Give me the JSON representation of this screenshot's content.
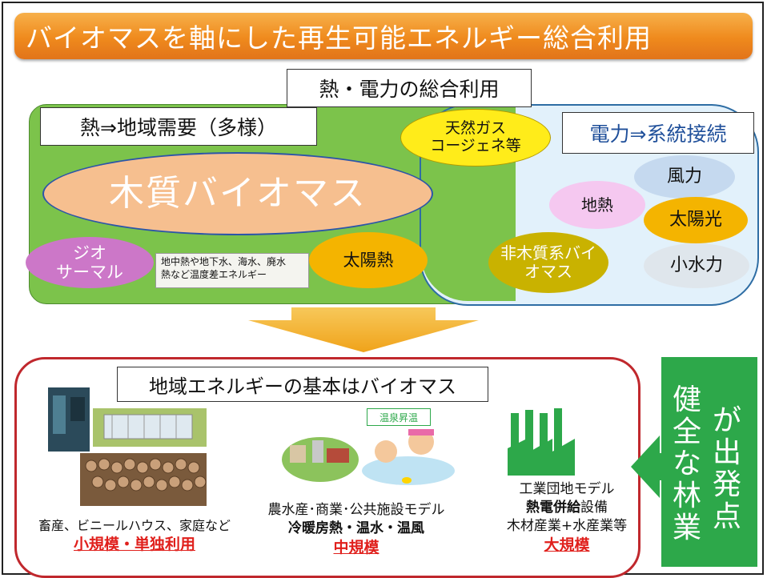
{
  "title": "バイオマスを軸にした再生可能エネルギー総合利用",
  "heat_power_label": "熱・電力の総合利用",
  "heat_label": "熱⇒地域需要（多様）",
  "power_label": "電力⇒系統接続",
  "wood_biomass": "木質バイオマス",
  "natural_gas": [
    "天然ガス",
    "コージェネ等"
  ],
  "geothermal_heat": [
    "ジオ",
    "サーマル"
  ],
  "ground_heat_note": [
    "地中熱や地下水、海水、廃水",
    "熱など温度差エネルギー"
  ],
  "solar_heat": "太陽熱",
  "non_wood_biomass": [
    "非木質系バイ",
    "オマス"
  ],
  "wind": "風力",
  "geothermal_power": "地熱",
  "solar_power": "太陽光",
  "small_hydro": "小水力",
  "bottom_title": "地域エネルギーの基本はバイオマス",
  "hot_spring_tag": "温泉昇温",
  "small_scale": {
    "desc": "畜産、ビニールハウス、家庭など",
    "label": "小規模・単独利用"
  },
  "medium_scale": {
    "line1": "農水産･商業･公共施設モデル",
    "line2": "冷暖房熱・温水・温風",
    "label": "中規模"
  },
  "large_scale": {
    "line1": "工業団地モデル",
    "line2_bold": "熱電併給",
    "line2_rest": "設備",
    "line3": "木材産業+水産業等",
    "label": "大規模"
  },
  "forestry": {
    "col1": [
      "健",
      "全",
      "な",
      "林",
      "業"
    ],
    "col2": [
      "が",
      "出",
      "発",
      "点"
    ]
  },
  "colors": {
    "orange": "#ef8a1d",
    "green": "#7cc34b",
    "light_blue": "#e2f1fb",
    "red": "#e0201c",
    "forest_green": "#2da84a"
  }
}
